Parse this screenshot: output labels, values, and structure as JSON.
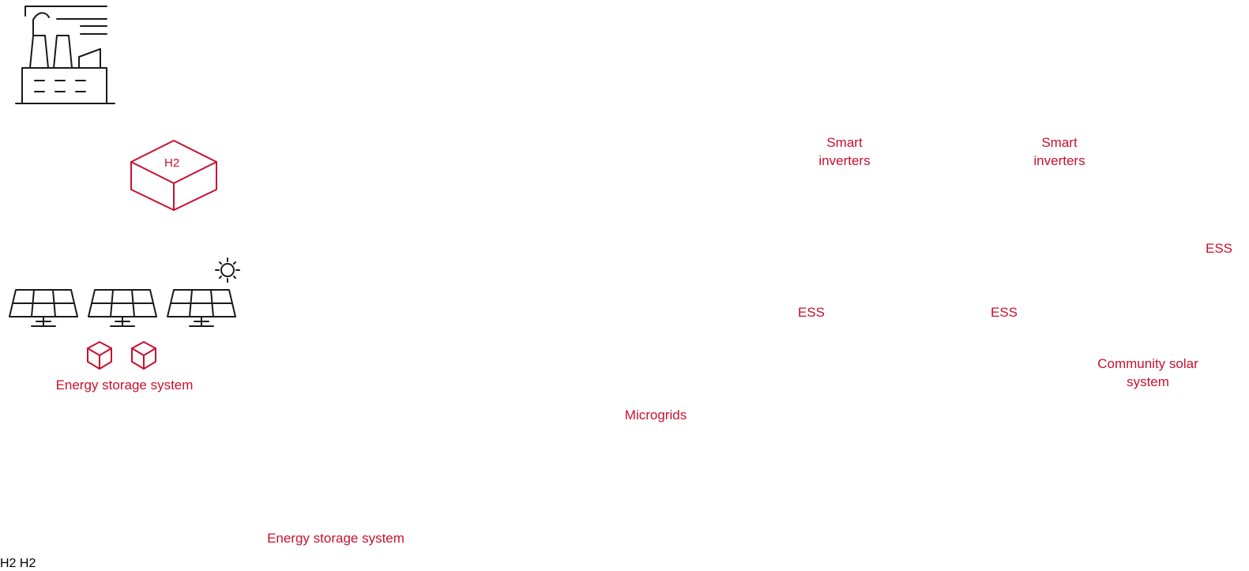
{
  "colors": {
    "line": "#1a1a1a",
    "accent": "#c8102e",
    "background": "#ffffff"
  },
  "icons": [
    "factory-icon",
    "hydrogen-storage-icon",
    "solar-panel-icon",
    "sun-icon",
    "battery-cube-icon",
    "wind-turbine-icon",
    "transmission-tower-icon",
    "smart-inverter-icon",
    "industrial-plant-icon",
    "gear-icon",
    "shop-icon",
    "house-icon"
  ],
  "labels": {
    "ess_solar": "Energy storage system",
    "ess_wind": "Energy storage system",
    "smart_inverters_1": "Smart inverters",
    "smart_inverters_2": "Smart inverters",
    "microgrids": "Microgrids",
    "ess_microgrid": "ESS",
    "ess_shop": "ESS",
    "ess_house": "ESS",
    "community_solar": "Community solar system",
    "h2_main": "H2",
    "h2_microgrid": "H2",
    "h2_shop": "H2"
  }
}
